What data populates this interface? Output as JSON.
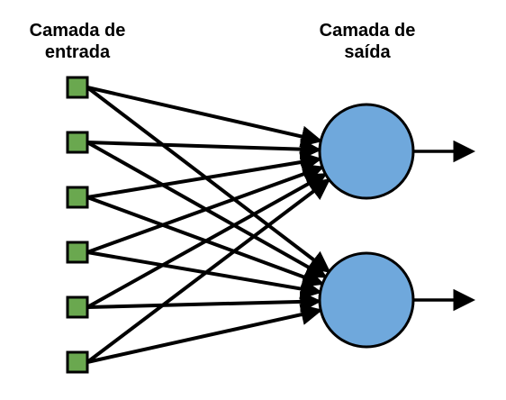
{
  "layers": {
    "input": {
      "title_line1": "Camada de",
      "title_line2": "entrada",
      "node_count": 6
    },
    "output": {
      "title_line1": "Camada de",
      "title_line2": "saída",
      "node_count": 2
    }
  },
  "connections": "fully-connected",
  "colors": {
    "input_node_fill": "#6aa84f",
    "output_node_fill": "#6fa8dc",
    "stroke": "#000000",
    "background": "#ffffff"
  }
}
